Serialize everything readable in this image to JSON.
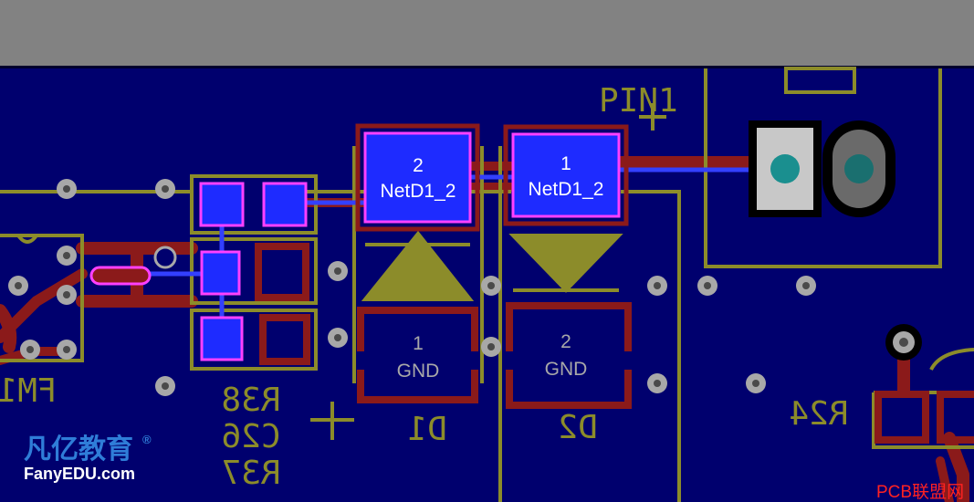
{
  "colors": {
    "top_bar": "#828282",
    "board": "#00006E",
    "board_edge": "#00002C",
    "copper_bottom": "#8B1A1A",
    "copper_top": "#1E2BFF",
    "track_top": "#3340FF",
    "silk": "#8C8C2A",
    "pad_outline": "#FF40FF",
    "via": "#A8A8A8",
    "via_hole": "#4A4A4A",
    "pad_square": "#C8C8C8",
    "pad_drill": "#1A8F8F",
    "pad_ring": "#6A6A6A",
    "white_text": "#FFFFFF",
    "gray_text": "#A8A8A8",
    "watermark_red": "#FF2222",
    "logo_blue": "#2F7DD8"
  },
  "designators": {
    "pin1": "PIN1",
    "r38": "R38",
    "c26": "C26",
    "r37": "R37",
    "d1": "D1",
    "d2": "D2",
    "r24": "R24",
    "fm": "FM1"
  },
  "pads": {
    "d1_top": {
      "number": "2",
      "net": "NetD1_2"
    },
    "d2_top": {
      "number": "1",
      "net": "NetD1_2"
    },
    "d1_bottom": {
      "number": "1",
      "net": "GND"
    },
    "d2_bottom": {
      "number": "2",
      "net": "GND"
    }
  },
  "branding": {
    "logo_cn": "凡亿教育",
    "logo_reg": "®",
    "logo_en": "FanyEDU.com",
    "watermark": "PCB联盟网"
  }
}
